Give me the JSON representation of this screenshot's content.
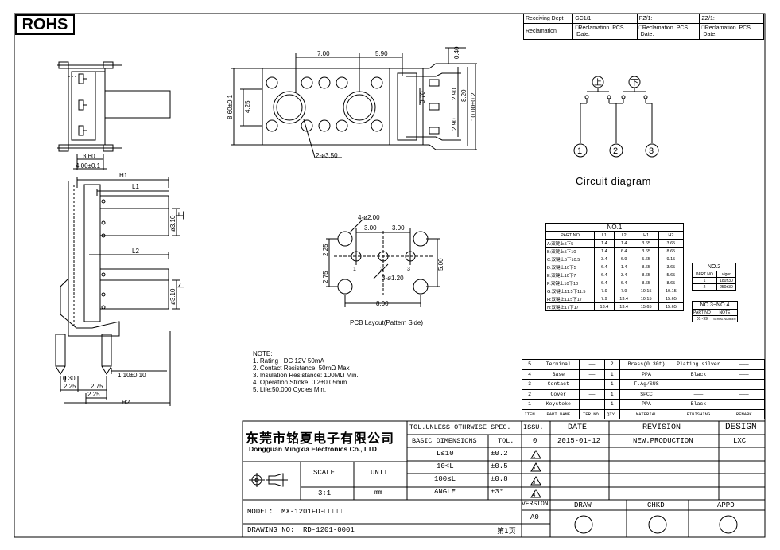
{
  "rohs": "ROHS",
  "receiving": {
    "rows": [
      [
        "Receiving Dept",
        "GC1/1:",
        "PZ/1:",
        "ZZ/1:"
      ],
      [
        "Reclamation",
        "□Reclamation  PCS\n Date:",
        "□Reclamation  PCS\n Date:",
        "□Reclamation  PCS\n Date:"
      ]
    ]
  },
  "dims": {
    "d360": "3.60",
    "d400": "4.00±0.1",
    "h1": "H1",
    "l1": "L1",
    "l2": "L2",
    "h2": "H2",
    "d310a": "ø3.10",
    "d310b": "ø3.10",
    "up": "上",
    "down": "下",
    "d030": "0.30",
    "d225a": "2.25",
    "d275a": "2.75",
    "d225b": "2.25",
    "d110": "1.10±0.10",
    "d700": "7.00",
    "d590": "5.90",
    "d040": "0.40",
    "d860": "8.60±0.1",
    "d425": "4.25",
    "d070": "0.70",
    "d290a": "2.90",
    "d290b": "2.90",
    "d820": "8.20",
    "d1000": "10.00±0.2",
    "d350": "2-ø3.50",
    "p200": "4-ø2.00",
    "p300a": "3.00",
    "p300b": "3.00",
    "p225": "2.25",
    "p275": "2.75",
    "p500": "5.00",
    "p120": "3-ø1.20",
    "p800": "8.00",
    "p1": "1",
    "p2": "2",
    "p3": "3"
  },
  "pcb_caption": "PCB Layout(Pattern Side)",
  "circuit": {
    "caption": "Circuit diagram",
    "up": "上",
    "down": "下",
    "n1": "1",
    "n2": "2",
    "n3": "3"
  },
  "notes": [
    "NOTE:",
    "1. Rating : DC 12V 50mA",
    "2. Contact Resistance: 50mΩ Max",
    "3. Insulation Resistance: 100MΩ Min.",
    "4. Operation Stroke: 0.2±0.05mm",
    "5. Life:50,000 Cycles Min."
  ],
  "no1": {
    "title": "NO.1",
    "headers": [
      "PART NO",
      "L1",
      "L2",
      "H1",
      "H2"
    ],
    "rows": [
      [
        "A:双键上5下5",
        "1.4",
        "1.4",
        "3.65",
        "3.65"
      ],
      [
        "B:双键上5下10",
        "1.4",
        "6.4",
        "3.65",
        "8.65"
      ],
      [
        "C:双键上5下10.5",
        "3.4",
        "6.9",
        "5.65",
        "9.15"
      ],
      [
        "D:双键上10下5",
        "6.4",
        "1.4",
        "8.65",
        "3.65"
      ],
      [
        "E:双键上10下7",
        "6.4",
        "3.4",
        "8.65",
        "5.65"
      ],
      [
        "F:双键上10下10",
        "6.4",
        "6.4",
        "8.65",
        "8.65"
      ],
      [
        "G:双键上11.5下11.5",
        "7.9",
        "7.9",
        "10.15",
        "10.15"
      ],
      [
        "H:双键上11.5下17",
        "7.9",
        "13.4",
        "10.15",
        "15.65"
      ],
      [
        "N:双键上17下17",
        "13.4",
        "13.4",
        "15.65",
        "15.65"
      ]
    ]
  },
  "no2": {
    "title": "NO.2",
    "headers": [
      "PART NO",
      "vigor"
    ],
    "rows": [
      [
        "1",
        "180±30"
      ],
      [
        "2",
        "250±30"
      ]
    ]
  },
  "no34": {
    "title": "NO.3~NO.4",
    "headers": [
      "PART NO",
      "NOTE"
    ],
    "rows": [
      [
        "01~99",
        "SERIAL NUMBER"
      ]
    ]
  },
  "bom": {
    "rows": [
      [
        "5",
        "Terminal",
        "——",
        "2",
        "Brass(0.30t)",
        "Plating silver",
        "———"
      ],
      [
        "4",
        "Base",
        "——",
        "1",
        "PPA",
        "Black",
        "———"
      ],
      [
        "3",
        "Contact",
        "——",
        "1",
        "F.Ag/SUS",
        "———",
        "———"
      ],
      [
        "2",
        "Cover",
        "——",
        "1",
        "SPCC",
        "———",
        "———"
      ],
      [
        "1",
        "Keystoke",
        "——",
        "1",
        "PPA",
        "Black",
        "———"
      ]
    ],
    "headers": [
      "ITEM",
      "PART NAME",
      "TER'NO.",
      "QTY.",
      "MATERIAL",
      "FINISHING",
      "REMARK"
    ]
  },
  "title": {
    "cn": "东莞市铭夏电子有限公司",
    "en": "Dongguan Mingxia Electronics Co., LTD"
  },
  "spec": {
    "tol_title": "TOL.UNLESS OTHRWISE SPEC.",
    "basic": "BASIC DIMENSIONS",
    "tol": "TOL.",
    "rows": [
      [
        "L≤10",
        "±0.2"
      ],
      [
        "10<L",
        "±0.5"
      ],
      [
        "100≤L",
        "±0.8"
      ],
      [
        "ANGLE",
        "±3°"
      ]
    ],
    "issu": "ISSU.",
    "date": "DATE",
    "revision": "REVISION",
    "design": "DESIGN",
    "issu_val": "0",
    "date_val": "2015-01-12",
    "revision_val": "NEW.PRODUCTION",
    "design_val": "LXC",
    "tri": [
      "1",
      "2",
      "3",
      "4"
    ],
    "scale": "SCALE",
    "unit": "UNIT",
    "scale_val": "3:1",
    "unit_val": "mm",
    "version": "VERSION",
    "version_val": "A0",
    "draw": "DRAW",
    "chkd": "CHKD",
    "appd": "APPD"
  },
  "model": {
    "label": "MODEL:",
    "value": "MX-1201FD-□□□□"
  },
  "drawing": {
    "label": "DRAWING NO:",
    "value": "RD-1201-0001",
    "page": "第1页"
  }
}
